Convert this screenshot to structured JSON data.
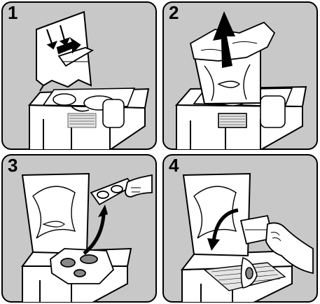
{
  "steps": [
    {
      "number": "1"
    },
    {
      "number": "2"
    },
    {
      "number": "3"
    },
    {
      "number": "4"
    }
  ],
  "colors": {
    "panel_background": "#c8c8c8",
    "line": "#000000",
    "fill": "#ffffff"
  }
}
